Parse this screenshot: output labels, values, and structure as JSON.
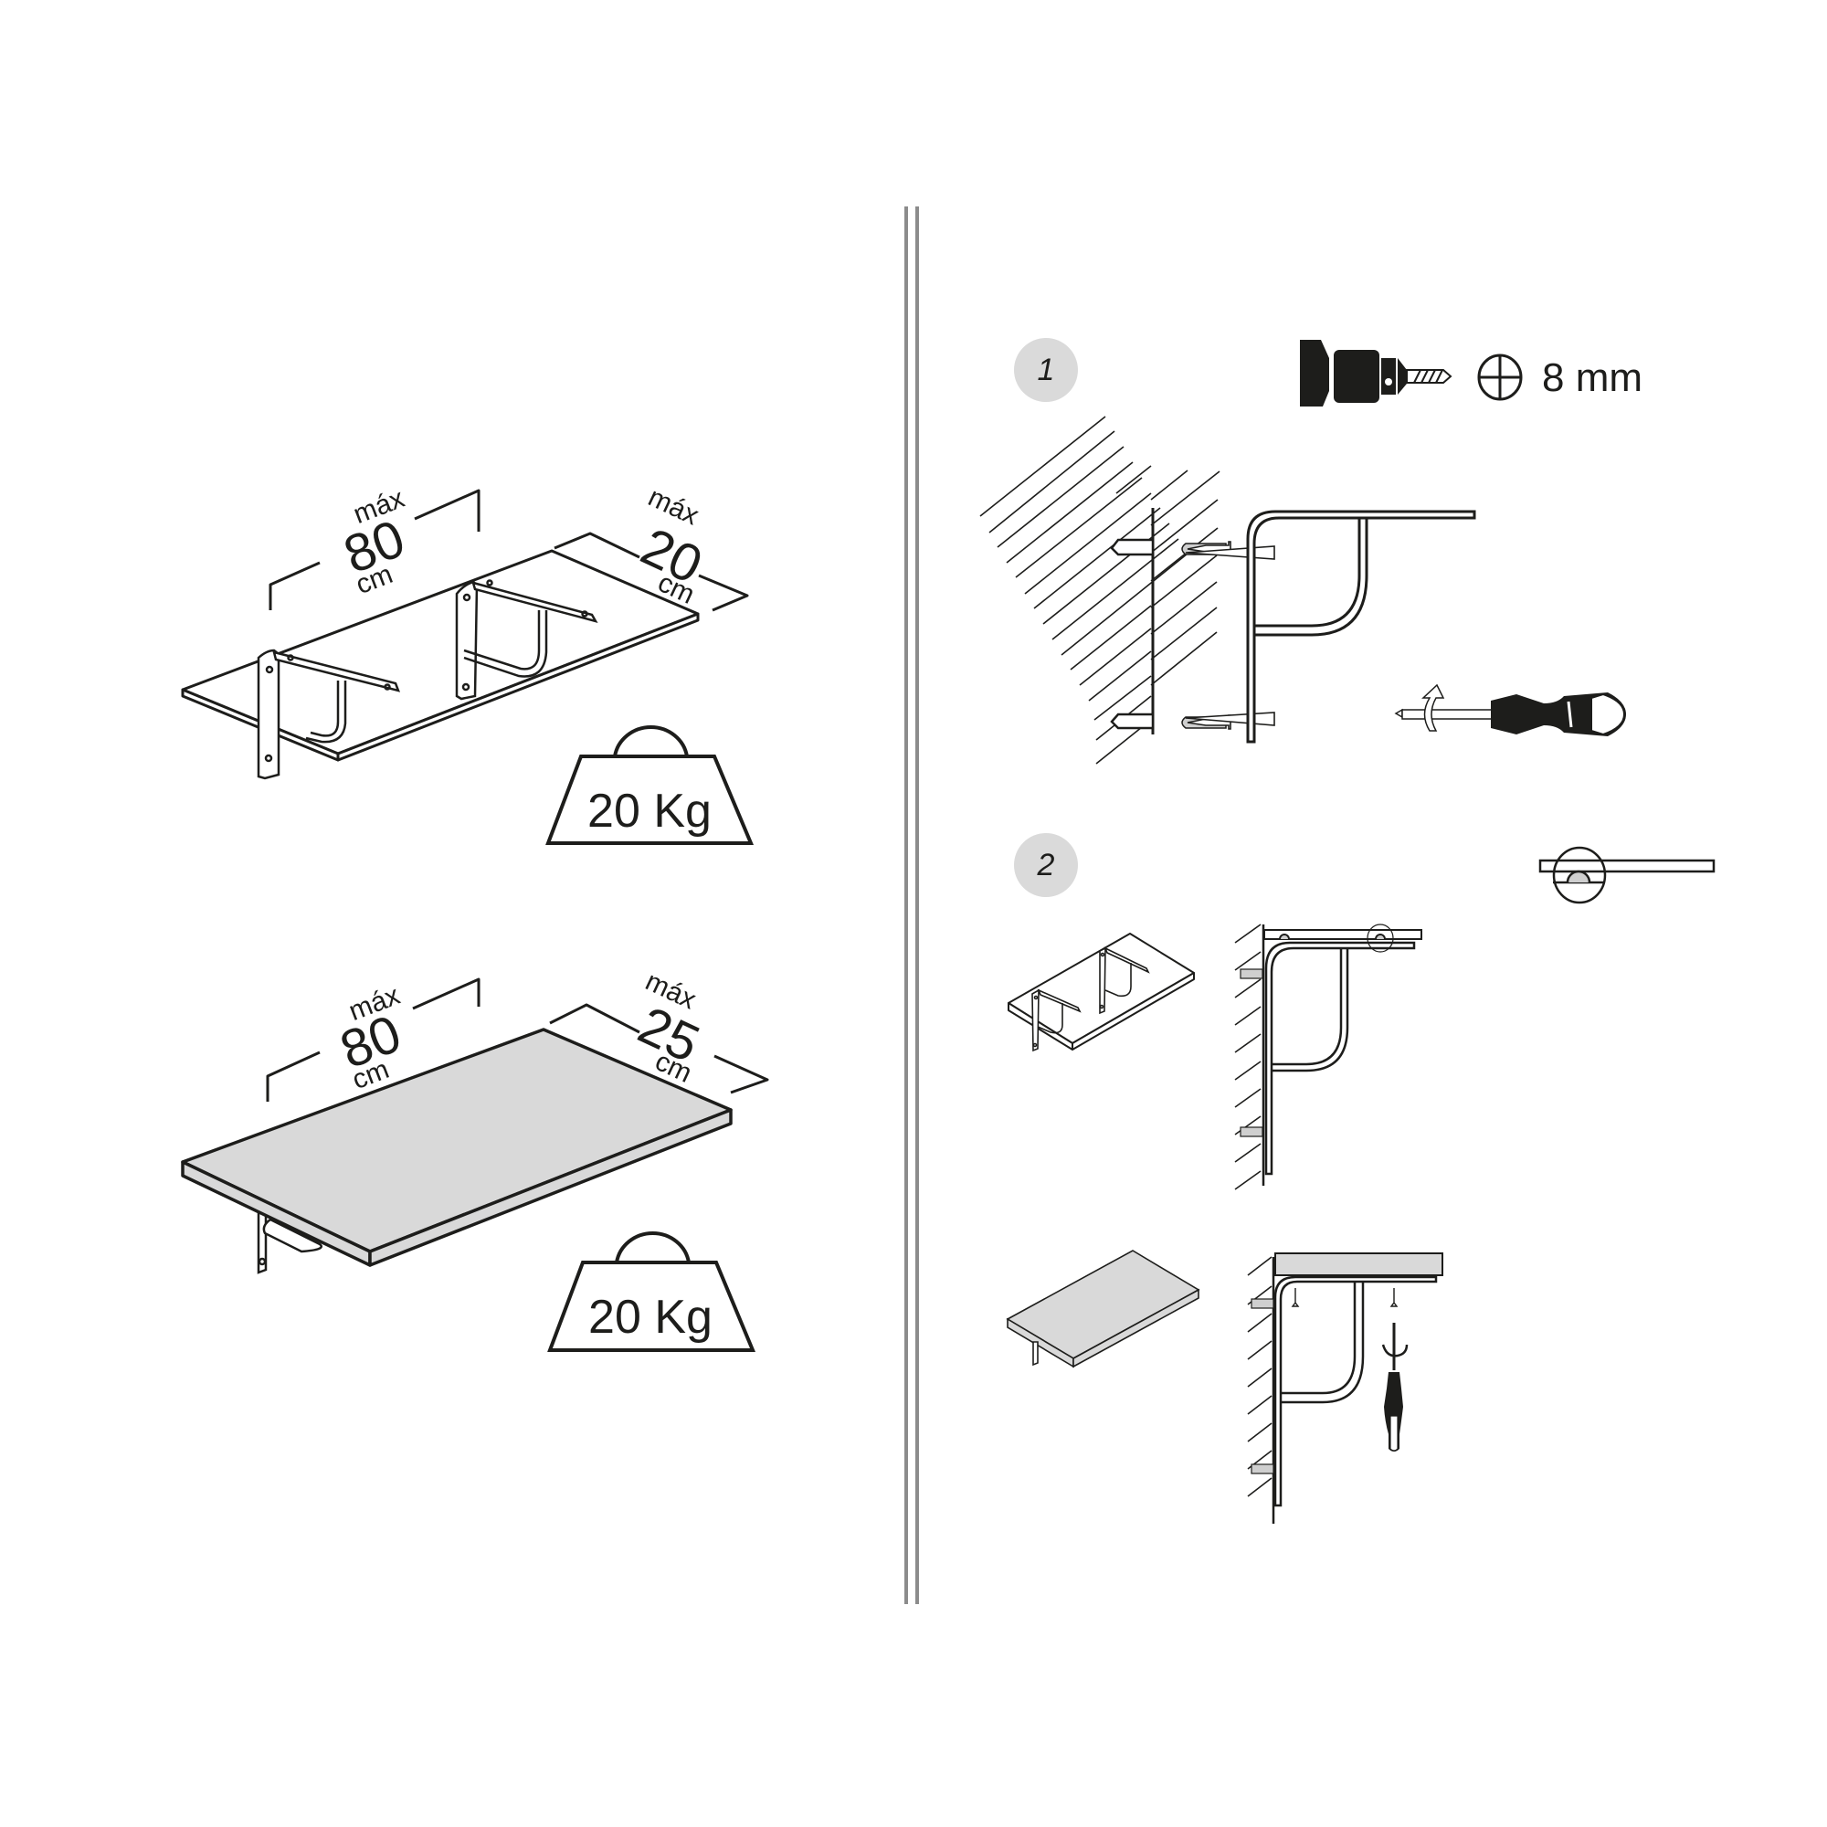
{
  "left_panel": {
    "diagram_a": {
      "shelf_fill": "#ffffff",
      "length": {
        "prefix": "máx",
        "value": "80",
        "unit": "cm"
      },
      "depth": {
        "prefix": "máx",
        "value": "20",
        "unit": "cm"
      },
      "load": {
        "label": "20 Kg",
        "icon": "weight-icon"
      }
    },
    "diagram_b": {
      "shelf_fill": "#d9d9d9",
      "length": {
        "prefix": "máx",
        "value": "80",
        "unit": "cm"
      },
      "depth": {
        "prefix": "máx",
        "value": "25",
        "unit": "cm"
      },
      "load": {
        "label": "20 Kg",
        "icon": "weight-icon"
      }
    }
  },
  "divider": {
    "color": "#8c8c8c"
  },
  "right_panel": {
    "step1": {
      "number": "1",
      "drill": {
        "icon": "drill-icon",
        "diameter_icon": "diameter-icon",
        "size": "8 mm"
      },
      "parts": [
        "wall",
        "wall-plug",
        "screw",
        "bracket",
        "screwdriver"
      ]
    },
    "step2": {
      "number": "2",
      "parts": [
        "shelf-with-brackets",
        "bracket-mounted-on-wall",
        "detail-magnifier",
        "shelf-on-bracket",
        "wood-screw",
        "screwdriver"
      ]
    }
  },
  "colors": {
    "ink": "#1d1d1b",
    "badge": "#dadada",
    "shelf_grey": "#d9d9d9",
    "plug_grey": "#cfcfcf"
  }
}
